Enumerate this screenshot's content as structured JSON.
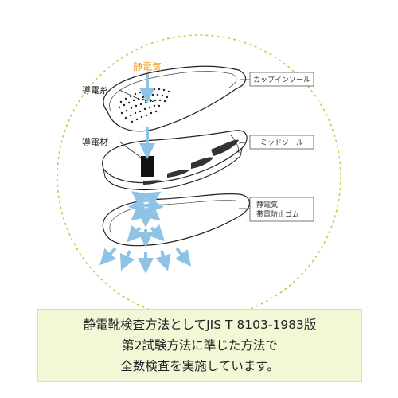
{
  "labels": {
    "static": "静電気",
    "conductive_thread": "導電糸",
    "conductive_material": "導電材",
    "cup_insole": "カップインソール",
    "midsole": "ミッドソール",
    "antistatic_rubber_line1": "静電気",
    "antistatic_rubber_line2": "帯電防止ゴム"
  },
  "caption": {
    "line1": "静電靴検査方法としてJIS T 8103-1983版",
    "line2": "第2試験方法に準じた方法で",
    "line3": "全数検査を実施しています。"
  },
  "colors": {
    "circle": "#b5d24a",
    "arrow": "#8fc3e6",
    "static_text": "#f29a1c",
    "caption_bg": "#f4f7d6"
  }
}
